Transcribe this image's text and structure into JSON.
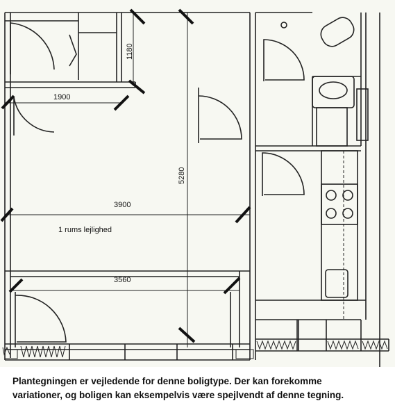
{
  "plan": {
    "dimensions": {
      "d1180": "1180",
      "d1900": "1900",
      "d5280": "5280",
      "d3900": "3900",
      "d3560": "3560"
    },
    "room_label": "1 rums lejlighed"
  },
  "caption": {
    "line1": "Plantegningen er vejledende for denne boligtype. Der kan forekomme",
    "line2": "variationer, og boligen kan eksempelvis være spejlvendt af denne tegning."
  },
  "colors": {
    "background": "#f7f8f2",
    "line": "#222222",
    "text": "#111111"
  }
}
